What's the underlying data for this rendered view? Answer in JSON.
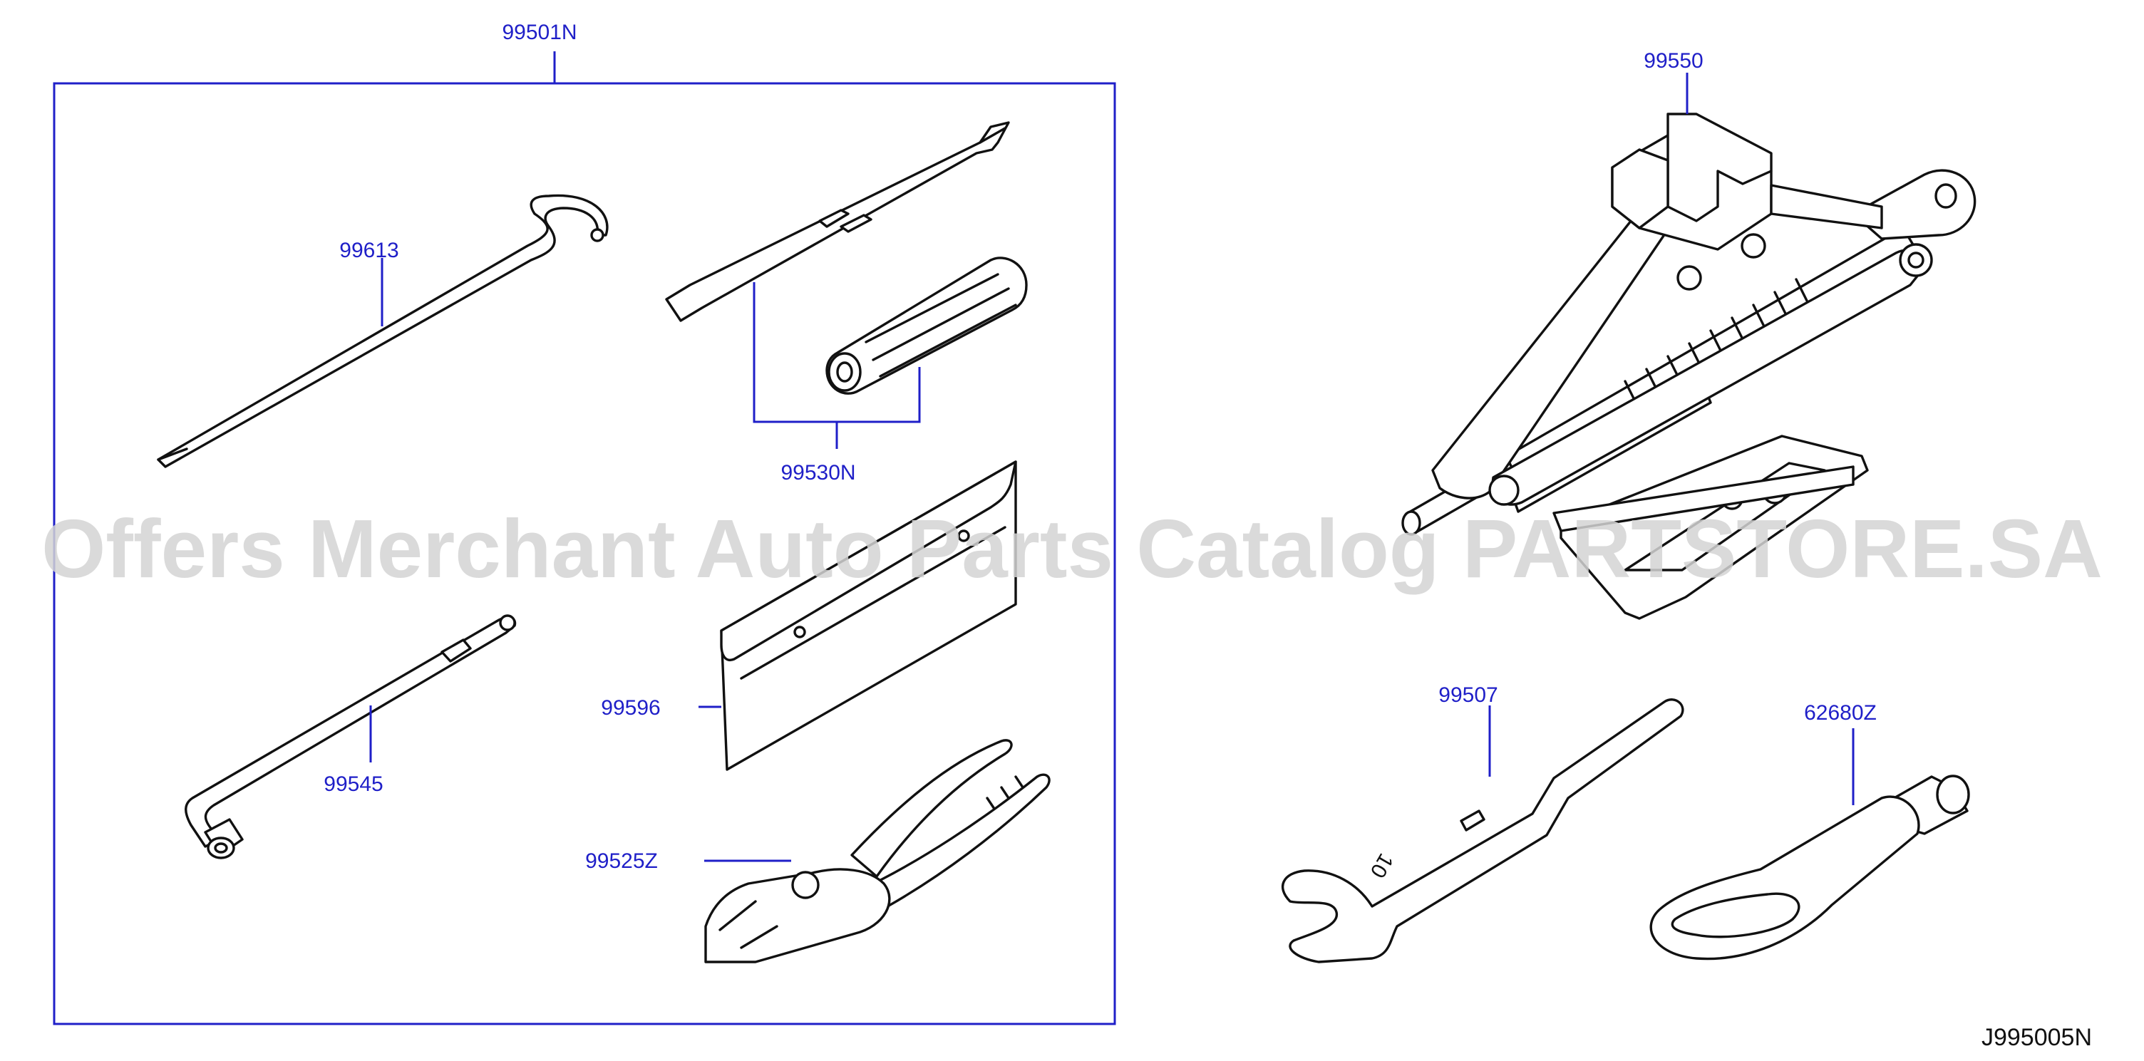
{
  "diagram": {
    "figure_code": "J995005N",
    "watermark": "Offers Merchant Auto Parts Catalog PARTSTORE.SA",
    "colors": {
      "callout": "#1f1fc8",
      "line_art": "#111111",
      "watermark": "#d4d4d4",
      "background": "#ffffff"
    },
    "callouts": {
      "kit": "99501N",
      "hook": "99613",
      "screwdriver_set": "99530N",
      "tool_bag": "99596",
      "wheel_wrench": "99545",
      "pliers": "99525Z",
      "jack": "99550",
      "spanner": "99507",
      "tow_hook": "62680Z"
    },
    "spanner_size_mark": "10"
  }
}
